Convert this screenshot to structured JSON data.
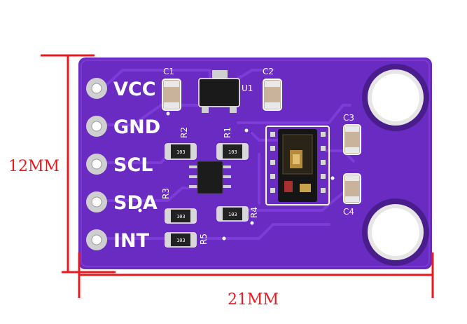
{
  "colors": {
    "board": "#6a2bc2",
    "board_dark": "#4e1f96",
    "trace": "#7d3bd8",
    "silkscreen": "#ffffff",
    "pad": "#d8d8d8",
    "dimension": "#e8191f"
  },
  "dimensions": {
    "height_label": "12MM",
    "width_label": "21MM"
  },
  "pins": [
    "VCC",
    "GND",
    "SCL",
    "SDA",
    "INT"
  ],
  "components": {
    "capacitors": [
      "C1",
      "C2",
      "C3",
      "C4"
    ],
    "resistors": [
      "R2",
      "R1",
      "R3",
      "R4",
      "R5"
    ],
    "regulator": "U1",
    "resistor_codes": [
      "103",
      "103",
      "103",
      "103",
      "103"
    ]
  }
}
